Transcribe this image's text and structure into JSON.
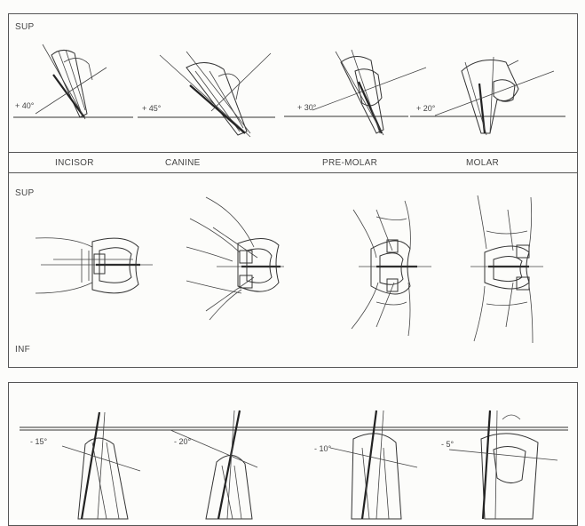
{
  "labels": {
    "top_sup": "SUP",
    "mid_sup": "SUP",
    "mid_inf": "INF"
  },
  "tooth_types": [
    "INCISOR",
    "CANINE",
    "PRE-MOLAR",
    "MOLAR"
  ],
  "upper_angles": [
    "+ 40°",
    "+ 45°",
    "+ 30°",
    "+ 20°"
  ],
  "lower_angles": [
    "- 15°",
    "- 20°",
    "- 10°",
    "- 5°"
  ]
}
